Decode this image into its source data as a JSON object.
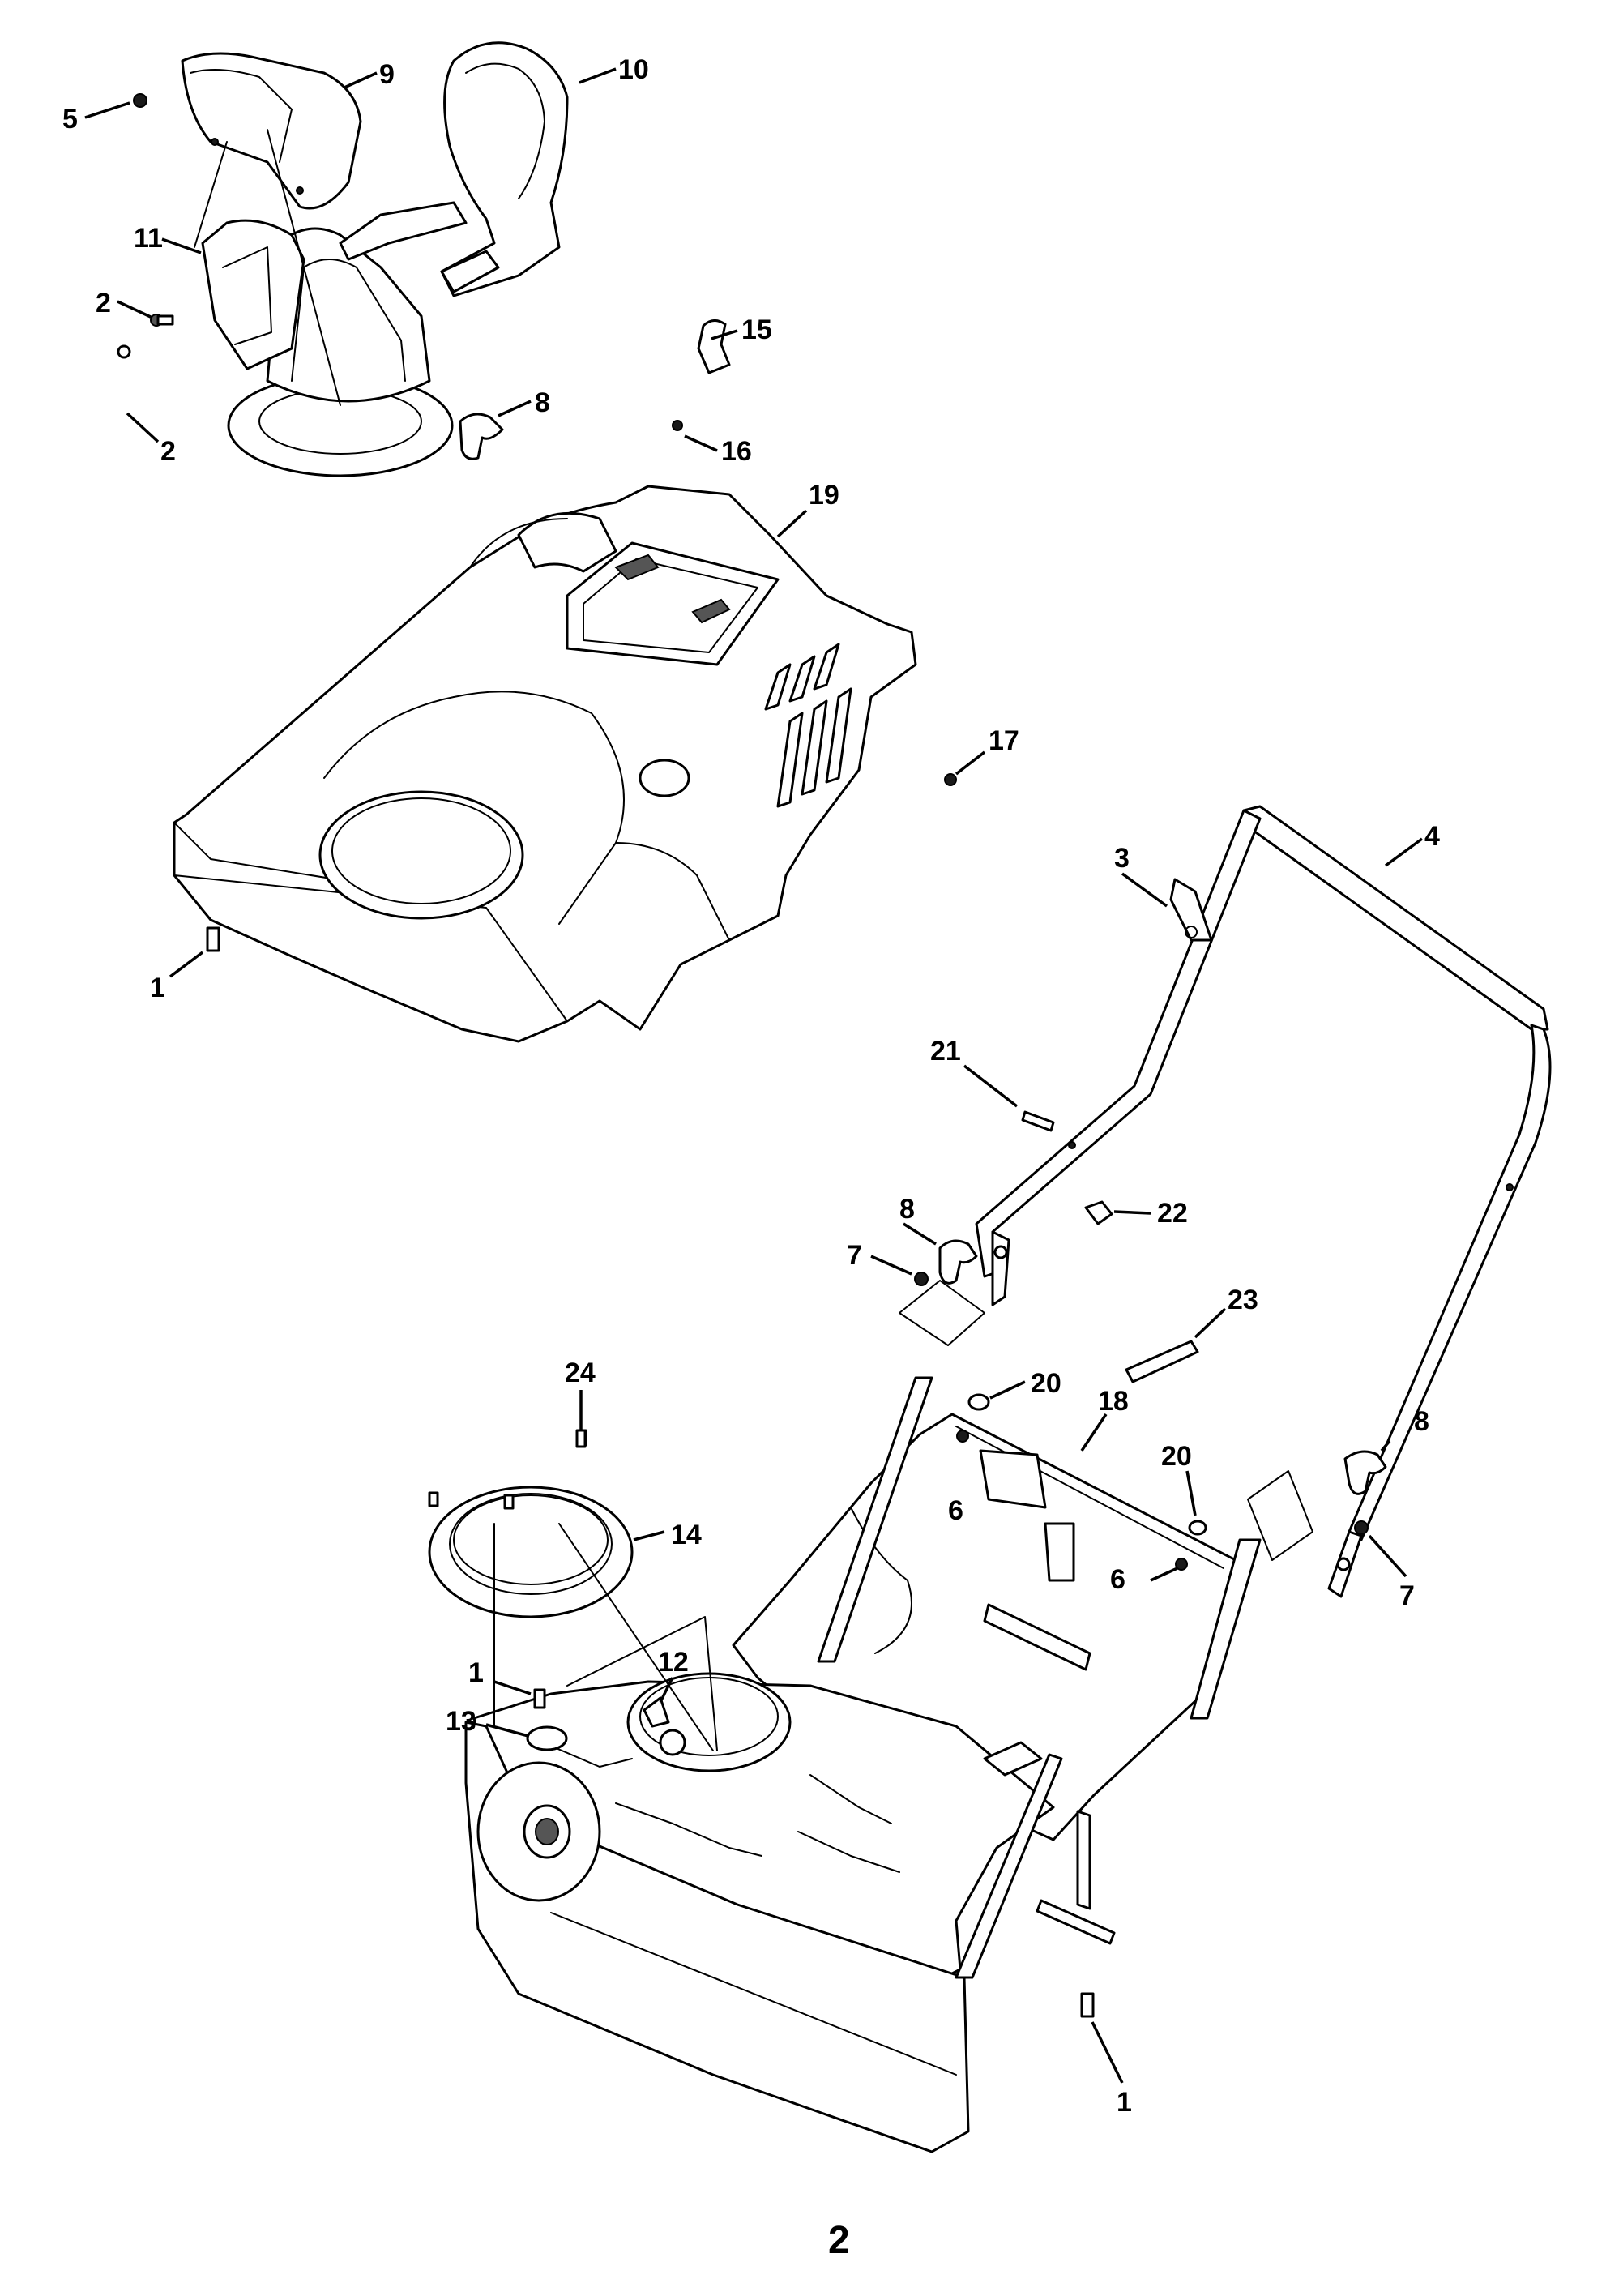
{
  "diagram": {
    "parts": {
      "p1": "1",
      "p2": "2",
      "p3": "3",
      "p4": "4",
      "p5": "5",
      "p6": "6",
      "p7": "7",
      "p8": "8",
      "p9": "9",
      "p10": "10",
      "p11": "11",
      "p12": "12",
      "p13": "13",
      "p14": "14",
      "p15": "15",
      "p16": "16",
      "p17": "17",
      "p18": "18",
      "p19": "19",
      "p20": "20",
      "p21": "21",
      "p22": "22",
      "p23": "23",
      "p24": "24"
    },
    "page_number": "2"
  }
}
